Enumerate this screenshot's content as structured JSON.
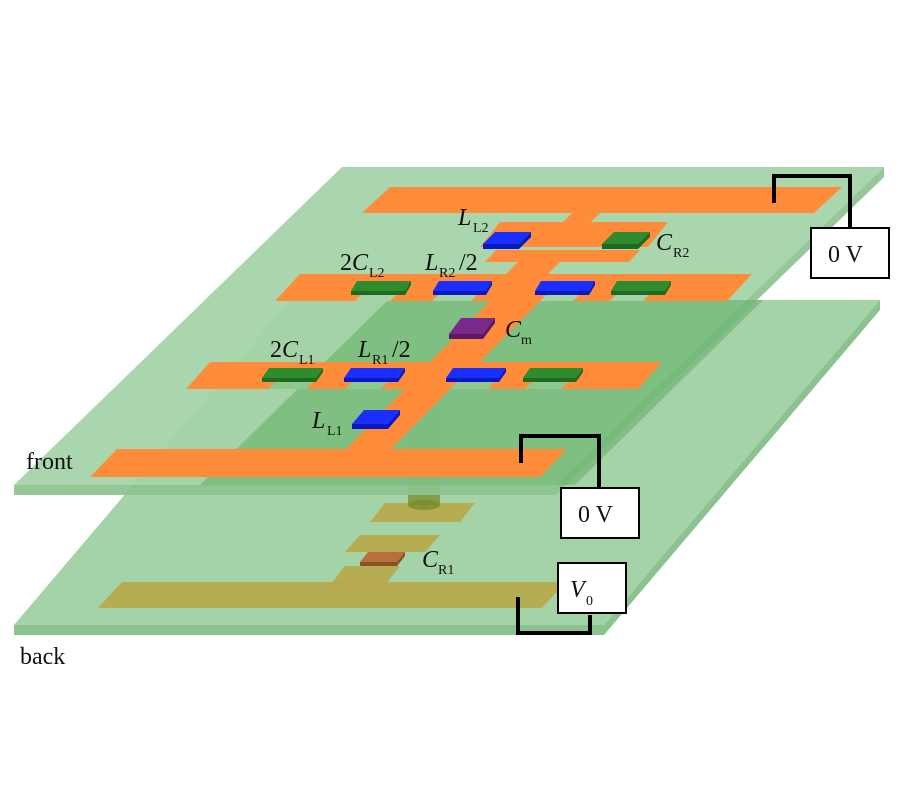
{
  "diagram": {
    "title": "Two-layer circuit board schematic",
    "colors": {
      "board": "#a3d3a6",
      "board_edge": "#8cc28f",
      "board_overlap": "#6fb673",
      "trace": "#ff8c3a",
      "trace_back": "#b8a84a",
      "inductor": "#1a2fff",
      "inductor_side": "#0a18c0",
      "capacitor": "#2e8b2e",
      "capacitor_side": "#1f6a1f",
      "coupling_cap": "#7a2a8a",
      "coupling_cap_side": "#5a1866",
      "back_cap": "#b8703a",
      "via": "#7a8a2a"
    },
    "layers": {
      "front_label": "front",
      "back_label": "back"
    },
    "components": {
      "L_L2": {
        "main": "L",
        "sub": "L2",
        "prefix": "",
        "suffix": ""
      },
      "C_R2": {
        "main": "C",
        "sub": "R2",
        "prefix": "",
        "suffix": ""
      },
      "2C_L2": {
        "main": "C",
        "sub": "L2",
        "prefix": "2",
        "suffix": ""
      },
      "L_R2_half": {
        "main": "L",
        "sub": "R2",
        "prefix": "",
        "suffix": "/2"
      },
      "C_m": {
        "main": "C",
        "sub": "m",
        "prefix": "",
        "suffix": ""
      },
      "2C_L1": {
        "main": "C",
        "sub": "L1",
        "prefix": "2",
        "suffix": ""
      },
      "L_R1_half": {
        "main": "L",
        "sub": "R1",
        "prefix": "",
        "suffix": "/2"
      },
      "L_L1": {
        "main": "L",
        "sub": "L1",
        "prefix": "",
        "suffix": ""
      },
      "C_R1": {
        "main": "C",
        "sub": "R1",
        "prefix": "",
        "suffix": ""
      }
    },
    "terminals": {
      "top_ground": "0 V",
      "mid_ground": "0 V",
      "source_main": "V",
      "source_sub": "0"
    }
  }
}
